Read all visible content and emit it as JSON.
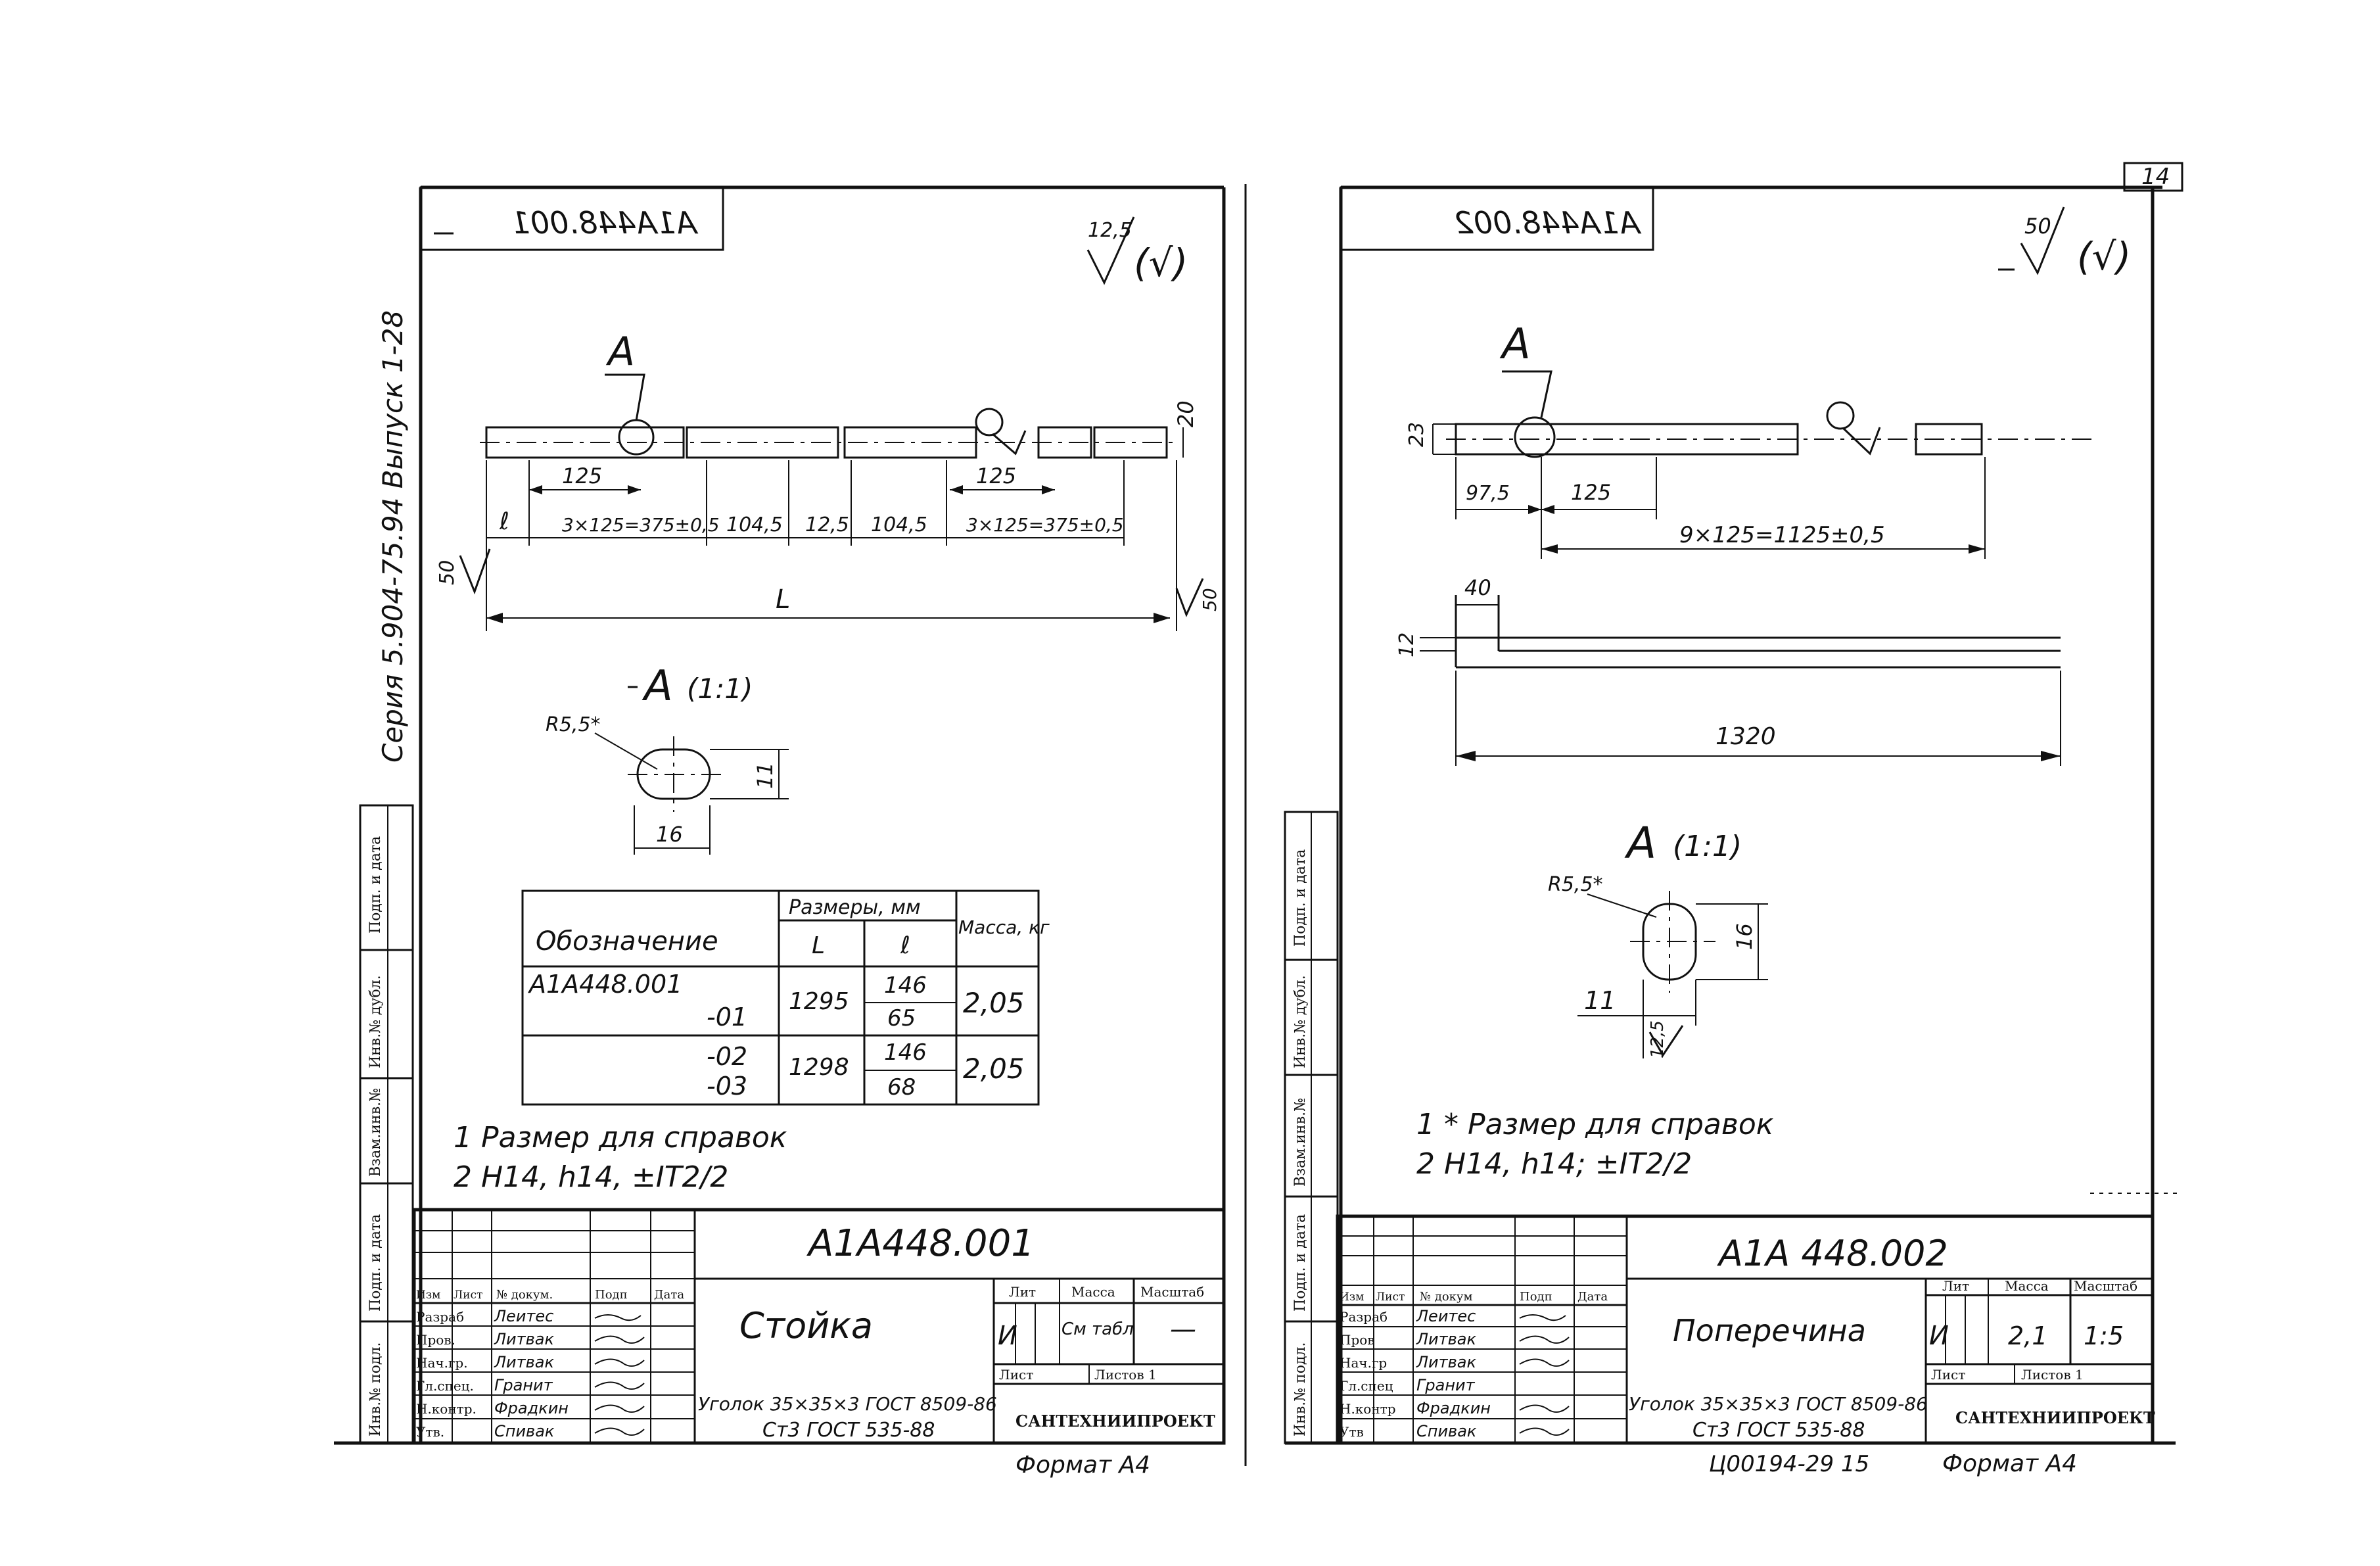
{
  "page_number": "14",
  "series_text": "Серия 5.904-75.94   Выпуск 1-28",
  "sheet1": {
    "code_mirrored": "А1А448.001",
    "roughness": "12,5",
    "roughness_sym": "(√)",
    "view_letter": "A",
    "dims": {
      "height": "20",
      "d125_top": "125",
      "d125_right": "125",
      "l_small": "ℓ",
      "chain1": "3×125=375±0,5",
      "d1045a": "104,5",
      "d125mid": "12,5",
      "d1045b": "104,5",
      "chain2": "3×125=375±0,5",
      "rough50_left": "50",
      "rough50_right": "50",
      "total_L": "L"
    },
    "section_title": "A",
    "section_scale": "(1:1)",
    "section_r": "R5,5*",
    "section_w": "16",
    "section_h": "11",
    "table": {
      "h_designation": "Обозначение",
      "h_sizes": "Размеры, мм",
      "h_L": "L",
      "h_l": "ℓ",
      "h_mass": "Масса, кг",
      "rows": [
        {
          "designation": "А1А448.001",
          "L": "1295",
          "l": "146",
          "mass": "2,05"
        },
        {
          "designation": "-01",
          "L": "",
          "l": "65",
          "mass": ""
        },
        {
          "designation": "-02",
          "L": "1298",
          "l": "146",
          "mass": "2,05"
        },
        {
          "designation": "-03",
          "L": "",
          "l": "68",
          "mass": ""
        }
      ]
    },
    "notes": [
      "1  Размер для справок",
      "2  H14,  h14,  ±IT2/2"
    ],
    "title_block": {
      "code": "А1А448.001",
      "name": "Стойка",
      "material_1": "Уголок  35×35×3 ГОСТ 8509-86",
      "material_2": "Ст3  ГОСТ 535-88",
      "lit_label": "Лит",
      "mass_label": "Масса",
      "scale_label": "Масштаб",
      "lit_value": "И",
      "mass_value": "См табл",
      "scale_value": "—",
      "sheet_label": "Лист",
      "sheets_label": "Листов 1",
      "org": "САНТЕХНИИПРОЕКТ",
      "col_izm": "Изм",
      "col_list": "Лист",
      "col_doc": "№ докум.",
      "col_sign": "Подп",
      "col_date": "Дата",
      "roles": [
        "Разраб",
        "Пров.",
        "Нач.гр.",
        "Гл.спец.",
        "Н.контр.",
        "Утв."
      ],
      "names": [
        "Леитес",
        "Литвак",
        "Литвак",
        "Гранит",
        "Фрадкин",
        "Спивак"
      ]
    },
    "format": "Формат А4"
  },
  "sheet2": {
    "code_mirrored": "А1А448.002",
    "roughness": "50",
    "roughness_sym": "(√)",
    "view_letter": "A",
    "dims": {
      "height": "23",
      "d975": "97,5",
      "d125": "125",
      "chain": "9×125=1125±0,5",
      "d40": "40",
      "d12": "12",
      "total": "1320"
    },
    "section_title": "A",
    "section_scale": "(1:1)",
    "section_r": "R5,5*",
    "section_w": "11",
    "section_h": "16",
    "section_rough": "12,5",
    "notes": [
      "1  * Размер для справок",
      "2  H14,  h14;  ±IT2/2"
    ],
    "title_block": {
      "code": "А1А 448.002",
      "name": "Поперечина",
      "material_1": "Уголок  35×35×3 ГОСТ 8509-86",
      "material_2": "Ст3  ГОСТ 535-88",
      "lit_label": "Лит",
      "mass_label": "Масса",
      "scale_label": "Масштаб",
      "lit_value": "И",
      "mass_value": "2,1",
      "scale_value": "1:5",
      "sheet_label": "Лист",
      "sheets_label": "Листов 1",
      "org": "САНТЕХНИИПРОЕКТ",
      "col_izm": "Изм",
      "col_list": "Лист",
      "col_doc": "№ докум",
      "col_sign": "Подп",
      "col_date": "Дата",
      "roles": [
        "Разраб",
        "Пров",
        "Нач.гр",
        "Гл.спец",
        "Н.контр",
        "Утв"
      ],
      "names": [
        "Леитес",
        "Литвак",
        "Литвак",
        "Гранит",
        "Фрадкин",
        "Спивак"
      ]
    },
    "format_left": "Ц00194-29   15",
    "format": "Формат А4"
  },
  "side_stamp": {
    "labels": [
      "Подп. и дата",
      "Инв.№ дубл.",
      "Взам.инв.№",
      "Подп. и дата",
      "Инв.№ подл."
    ]
  }
}
